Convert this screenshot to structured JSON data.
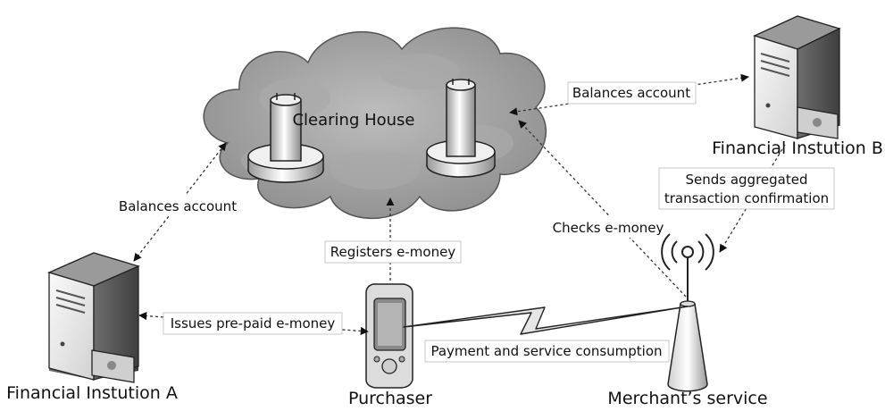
{
  "nodes": {
    "clearing_house": "Clearing House",
    "institution_a": "Financial Instution A",
    "institution_b": "Financial Instution B",
    "purchaser": "Purchaser",
    "merchant": "Merchant’s service"
  },
  "edges": {
    "a_to_clearing": "Balances account",
    "b_to_clearing": "Balances account",
    "purchaser_to_clearing": "Registers e-money",
    "merchant_to_clearing": "Checks e-money",
    "a_to_purchaser": "Issues pre-paid e-money",
    "b_to_merchant_line1": "Sends aggregated",
    "b_to_merchant_line2": "transaction confirmation",
    "purchaser_to_merchant": "Payment and service consumption"
  }
}
